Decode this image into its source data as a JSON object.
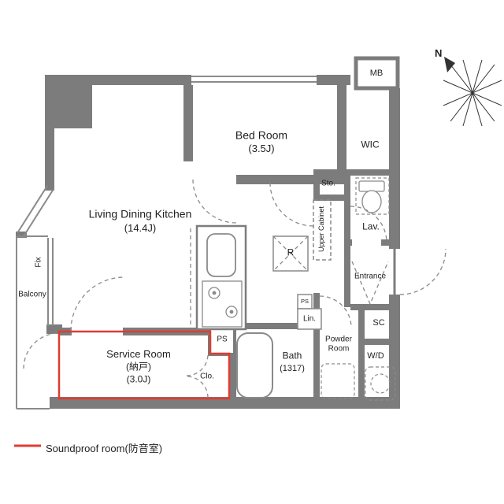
{
  "colors": {
    "wall_gray": "#7c7c7c",
    "line_gray": "#8a8a8a",
    "soundproof_red": "#e03c30",
    "text": "#1f1f1f"
  },
  "labels": {
    "bedroom_name": "Bed Room",
    "bedroom_size": "(3.5J)",
    "ldk_name": "Living Dining Kitchen",
    "ldk_size": "(14.4J)",
    "service_name": "Service Room",
    "service_jp": "(納戸)",
    "service_size": "(3.0J)",
    "wic": "WIC",
    "mb": "MB",
    "sto": "Sto.",
    "upper_cabinet": "Upper Cabinet",
    "lav": "Lav.",
    "refrigerator": "R",
    "entrance": "Entrance",
    "fix": "Fix",
    "balcony": "Balcony",
    "ps_kitchen": "PS",
    "ps_small": "PS",
    "clo": "Clo.",
    "lin": "Lin.",
    "bath_name": "Bath",
    "bath_size": "(1317)",
    "powder_line1": "Powder",
    "powder_line2": "Room",
    "sc": "SC",
    "wd": "W/D",
    "compass_n": "N",
    "legend": "Soundproof room(防音室)"
  }
}
